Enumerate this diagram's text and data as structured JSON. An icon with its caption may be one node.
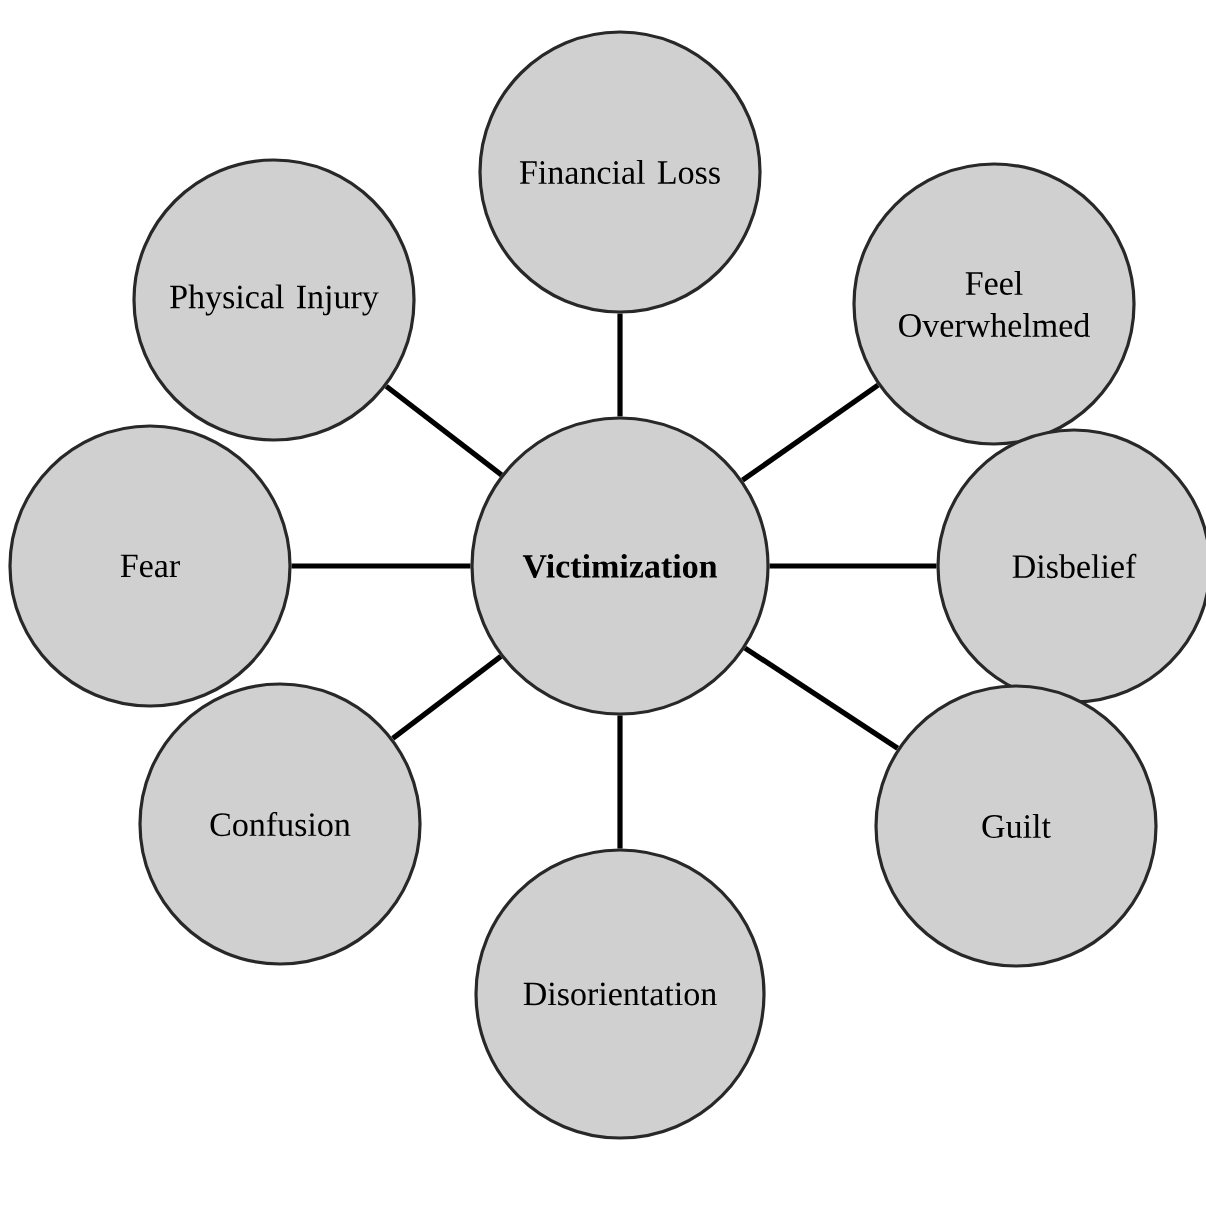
{
  "diagram": {
    "nodes": [
      {
        "text": [
          "Victimization"
        ]
      },
      {
        "text": [
          "Financial Loss"
        ]
      },
      {
        "text": [
          "Feel Overwhelmed"
        ]
      },
      {
        "text": [
          "Disbelief"
        ]
      },
      {
        "text": [
          "Guilt"
        ]
      },
      {
        "text": [
          "Disorientation"
        ]
      },
      {
        "text": [
          "Confusion"
        ]
      },
      {
        "text": [
          "Fear"
        ]
      },
      {
        "text": [
          "Physical Injury"
        ]
      }
    ],
    "edges": [
      {
        "from": 0,
        "to": 1,
        "arrow": "none"
      },
      {
        "from": 0,
        "to": 2,
        "arrow": "none"
      },
      {
        "from": 0,
        "to": 3,
        "arrow": "none"
      },
      {
        "from": 0,
        "to": 4,
        "arrow": "none"
      },
      {
        "from": 0,
        "to": 5,
        "arrow": "none"
      },
      {
        "from": 0,
        "to": 6,
        "arrow": "none"
      },
      {
        "from": 0,
        "to": 7,
        "arrow": "none"
      },
      {
        "from": 0,
        "to": 8,
        "arrow": "none"
      }
    ]
  }
}
